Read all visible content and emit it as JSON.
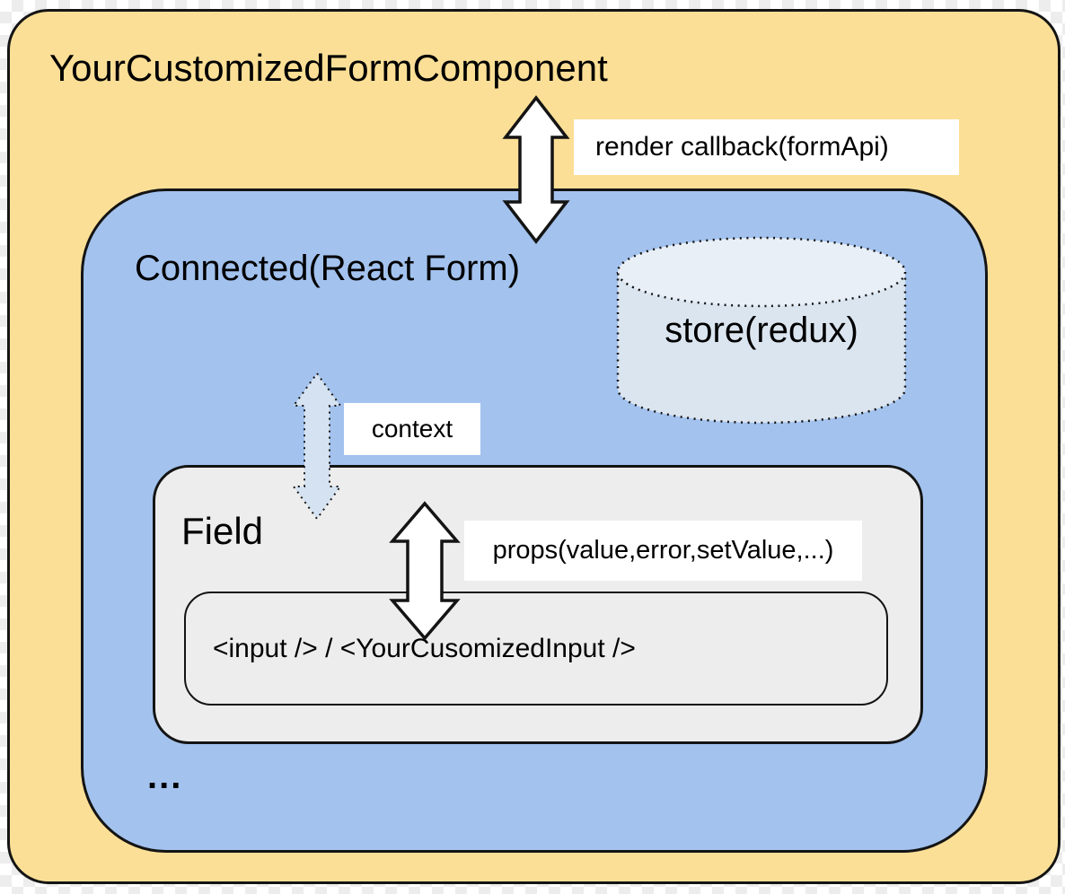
{
  "diagram": {
    "title": "YourCustomizedFormComponent",
    "connected_form": {
      "label": "Connected(React Form)",
      "ellipsis": "..."
    },
    "store": {
      "label": "store(redux)"
    },
    "field": {
      "label": "Field"
    },
    "input": {
      "label": "<input /> / <YourCusomizedInput />"
    },
    "arrows": {
      "render_callback": {
        "label": "render callback(formApi)"
      },
      "context": {
        "label": "context"
      },
      "props": {
        "label": "props(value,error,setValue,...)"
      }
    }
  },
  "colors": {
    "outer-fill": "#FBDF96",
    "connected-fill": "#A3C2EE",
    "field-fill": "#EDEDED",
    "store-fill": "#DBE5F0",
    "store-top-fill": "#E8EFF7",
    "context-arrow-fill": "#D4E2F1",
    "label-bg": "#FFFFFF",
    "border": "#141414",
    "text": "#000000"
  }
}
